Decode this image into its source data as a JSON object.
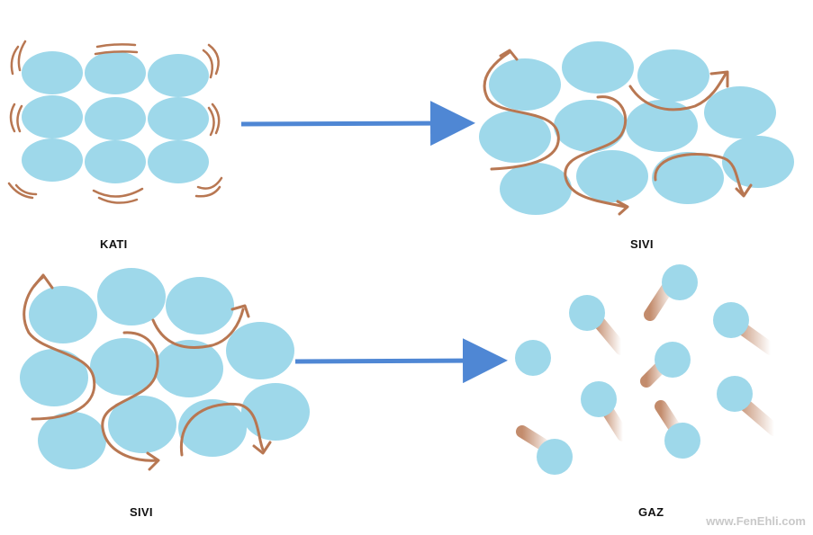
{
  "labels": {
    "solid": "KATI",
    "liquid_top": "SIVI",
    "liquid_bottom": "SIVI",
    "gas": "GAZ"
  },
  "watermark": "www.FenEhli.com",
  "colors": {
    "particle": "#9ed8ea",
    "motion_arrow": "#b87752",
    "transition_arrow": "#4f87d4",
    "background": "#ffffff"
  }
}
